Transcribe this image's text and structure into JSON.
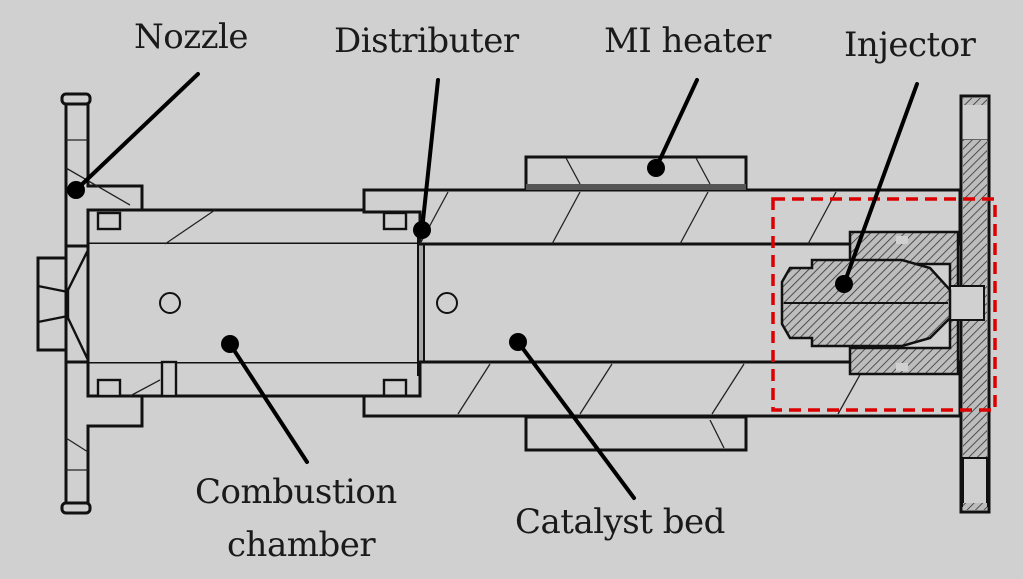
{
  "figure": {
    "title": "Thruster cross-section",
    "highlight_color": "#dd0000",
    "background_color": "#d0d0d0",
    "labels": {
      "nozzle": "Nozzle",
      "distributer": "Distributer",
      "mi_heater": "MI heater",
      "injector": "Injector",
      "combustion_chamber_line1": "Combustion",
      "combustion_chamber_line2": "chamber",
      "catalyst_bed": "Catalyst bed"
    }
  }
}
